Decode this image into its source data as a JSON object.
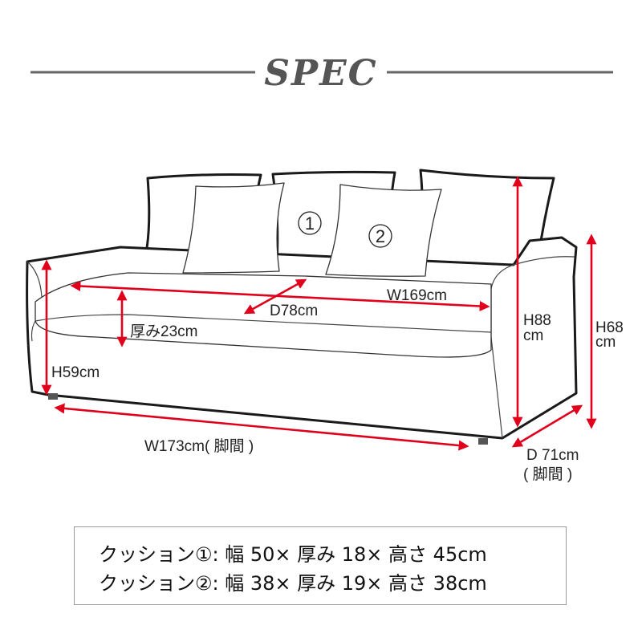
{
  "title": "SPEC",
  "colors": {
    "dimension_arrow": "#e0001b",
    "rule": "#666666",
    "outline": "#1a1a1a"
  },
  "dimensions": {
    "seat_width": "W169cm",
    "seat_depth": "D78cm",
    "cushion_thickness": "厚み23cm",
    "seat_height": "H59cm",
    "total_width": "W173cm( 脚間 )",
    "back_height_h": "H88",
    "back_height_unit": "cm",
    "arm_height_h": "H68",
    "arm_height_unit": "cm",
    "depth_d": "D 71cm",
    "depth_note": "( 脚間 )"
  },
  "cushion_labels": [
    "1",
    "2"
  ],
  "specs": [
    "クッション①: 幅 50× 厚み 18× 高さ 45cm",
    "クッション②: 幅 38× 厚み 19× 高さ 38cm"
  ]
}
